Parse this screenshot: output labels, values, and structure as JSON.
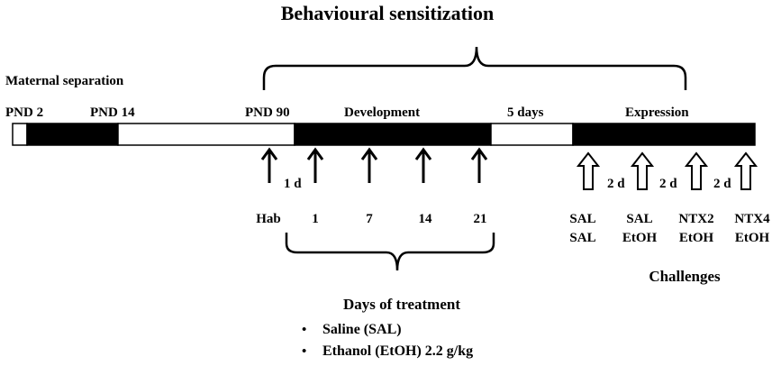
{
  "title": "Behavioural sensitization",
  "maternal_label": "Maternal separation",
  "timeline_labels": {
    "pnd2": "PND 2",
    "pnd14": "PND 14",
    "pnd90": "PND 90",
    "development": "Development",
    "five_days": "5 days",
    "expression": "Expression"
  },
  "interval_1d": "1 d",
  "interval_2d": "2 d",
  "treatment_days": [
    "Hab",
    "1",
    "7",
    "14",
    "21"
  ],
  "challenges": [
    {
      "line1": "SAL",
      "line2": "SAL"
    },
    {
      "line1": "SAL",
      "line2": "EtOH"
    },
    {
      "line1": "NTX2",
      "line2": "EtOH"
    },
    {
      "line1": "NTX4",
      "line2": "EtOH"
    }
  ],
  "challenges_label": "Challenges",
  "days_of_treatment_label": "Days of treatment",
  "bullet_glyph": "•",
  "treatments": [
    "Saline (SAL)",
    "Ethanol (EtOH) 2.2 g/kg"
  ]
}
